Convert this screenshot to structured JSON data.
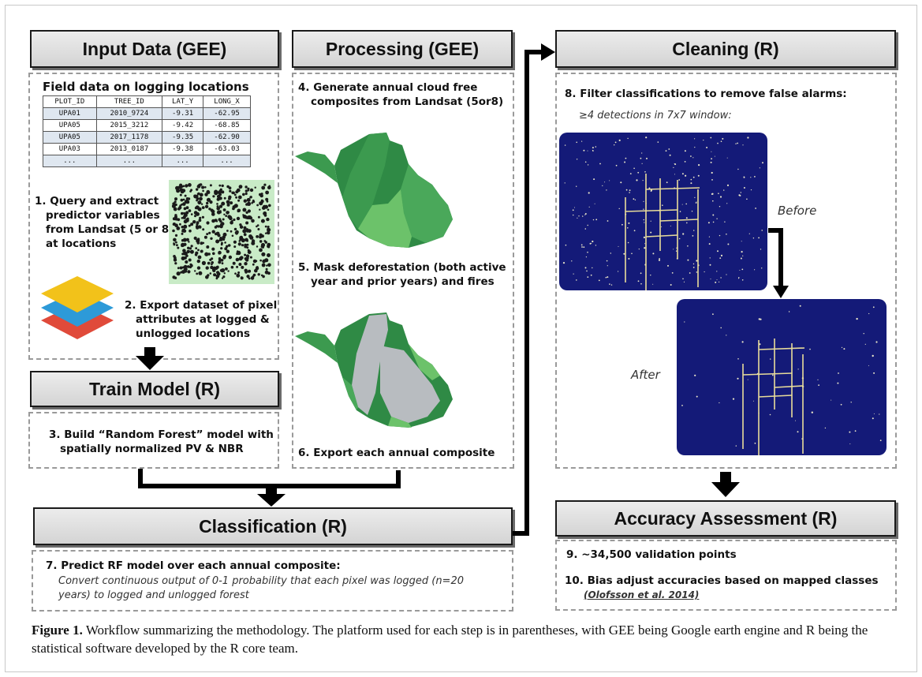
{
  "headers": {
    "input": "Input Data (GEE)",
    "processing": "Processing (GEE)",
    "cleaning": "Cleaning (R)",
    "train": "Train Model (R)",
    "classification": "Classification (R)",
    "accuracy": "Accuracy Assessment (R)"
  },
  "input_box": {
    "field_title": "Field data on logging locations",
    "table": {
      "columns": [
        "PLOT_ID",
        "TREE_ID",
        "LAT_Y",
        "LONG_X"
      ],
      "rows": [
        [
          "UPA01",
          "2010_9724",
          "-9.31",
          "-62.95"
        ],
        [
          "UPA05",
          "2015_3212",
          "-9.42",
          "-68.85"
        ],
        [
          "UPA05",
          "2017_1178",
          "-9.35",
          "-62.90"
        ],
        [
          "UPA03",
          "2013_0187",
          "-9.38",
          "-63.03"
        ],
        [
          "...",
          "...",
          "...",
          "..."
        ]
      ]
    },
    "step1": [
      "1. Query and extract",
      "predictor variables",
      "from Landsat (5 or 8)",
      "at locations"
    ],
    "step2": [
      "2. Export dataset of pixel",
      "attributes at logged &",
      "unlogged locations"
    ]
  },
  "train_box": {
    "step3": [
      "3. Build “Random Forest” model with",
      "spatially normalized PV & NBR"
    ]
  },
  "processing_box": {
    "step4": [
      "4. Generate annual cloud free",
      "composites from Landsat (5or8)"
    ],
    "step5": [
      "5. Mask deforestation (both active",
      "year and prior years) and fires"
    ],
    "step6": "6. Export each annual composite"
  },
  "cleaning_box": {
    "step8": "8. Filter classifications to remove false alarms:",
    "window_note": "≥4 detections in 7x7 window:",
    "before": "Before",
    "after": "After"
  },
  "classification_box": {
    "step7": "7. Predict RF model over each annual composite:",
    "note": [
      "Convert continuous output of 0-1 probability that each pixel was logged (n=20",
      "years) to logged and unlogged forest"
    ]
  },
  "accuracy_box": {
    "step9": "9. ~34,500 validation points",
    "step10": "10. Bias adjust accuracies based on mapped classes",
    "citation": "(Olofsson et al. 2014)"
  },
  "caption": {
    "label": "Figure 1.",
    "text": "Workflow summarizing the methodology. The platform used for each step is in parentheses, with GEE being Google earth engine and R being the statistical software developed by the R core team."
  },
  "colors": {
    "header_fill": "#dcdcdc",
    "map_dark_green": "#2f8a45",
    "map_light_green": "#6cc26a",
    "map_gray": "#b8bcc0",
    "night_blue": "#141a78",
    "layer_yellow": "#f2c21a",
    "layer_blue": "#2d9ad8",
    "layer_red": "#e04a3a"
  }
}
